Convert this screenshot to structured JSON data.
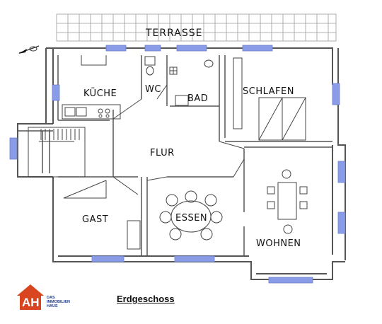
{
  "terrace": {
    "label": "TERRASSE"
  },
  "rooms": {
    "kueche": "KÜCHE",
    "wc": "WC",
    "bad": "BAD",
    "schlafen": "SCHLAFEN",
    "flur": "FLUR",
    "gast": "GAST",
    "essen": "ESSEN",
    "wohnen": "WOHNEN"
  },
  "caption": "Erdgeschoss",
  "logo": {
    "monogram": "AH",
    "line1": "DAS",
    "line2": "IMMOBILIEN",
    "line3": "HAUS"
  },
  "colors": {
    "window": "#8a9ce6",
    "wall": "#555555",
    "logo_red": "#d9451f",
    "logo_blue": "#1f3f8f"
  }
}
